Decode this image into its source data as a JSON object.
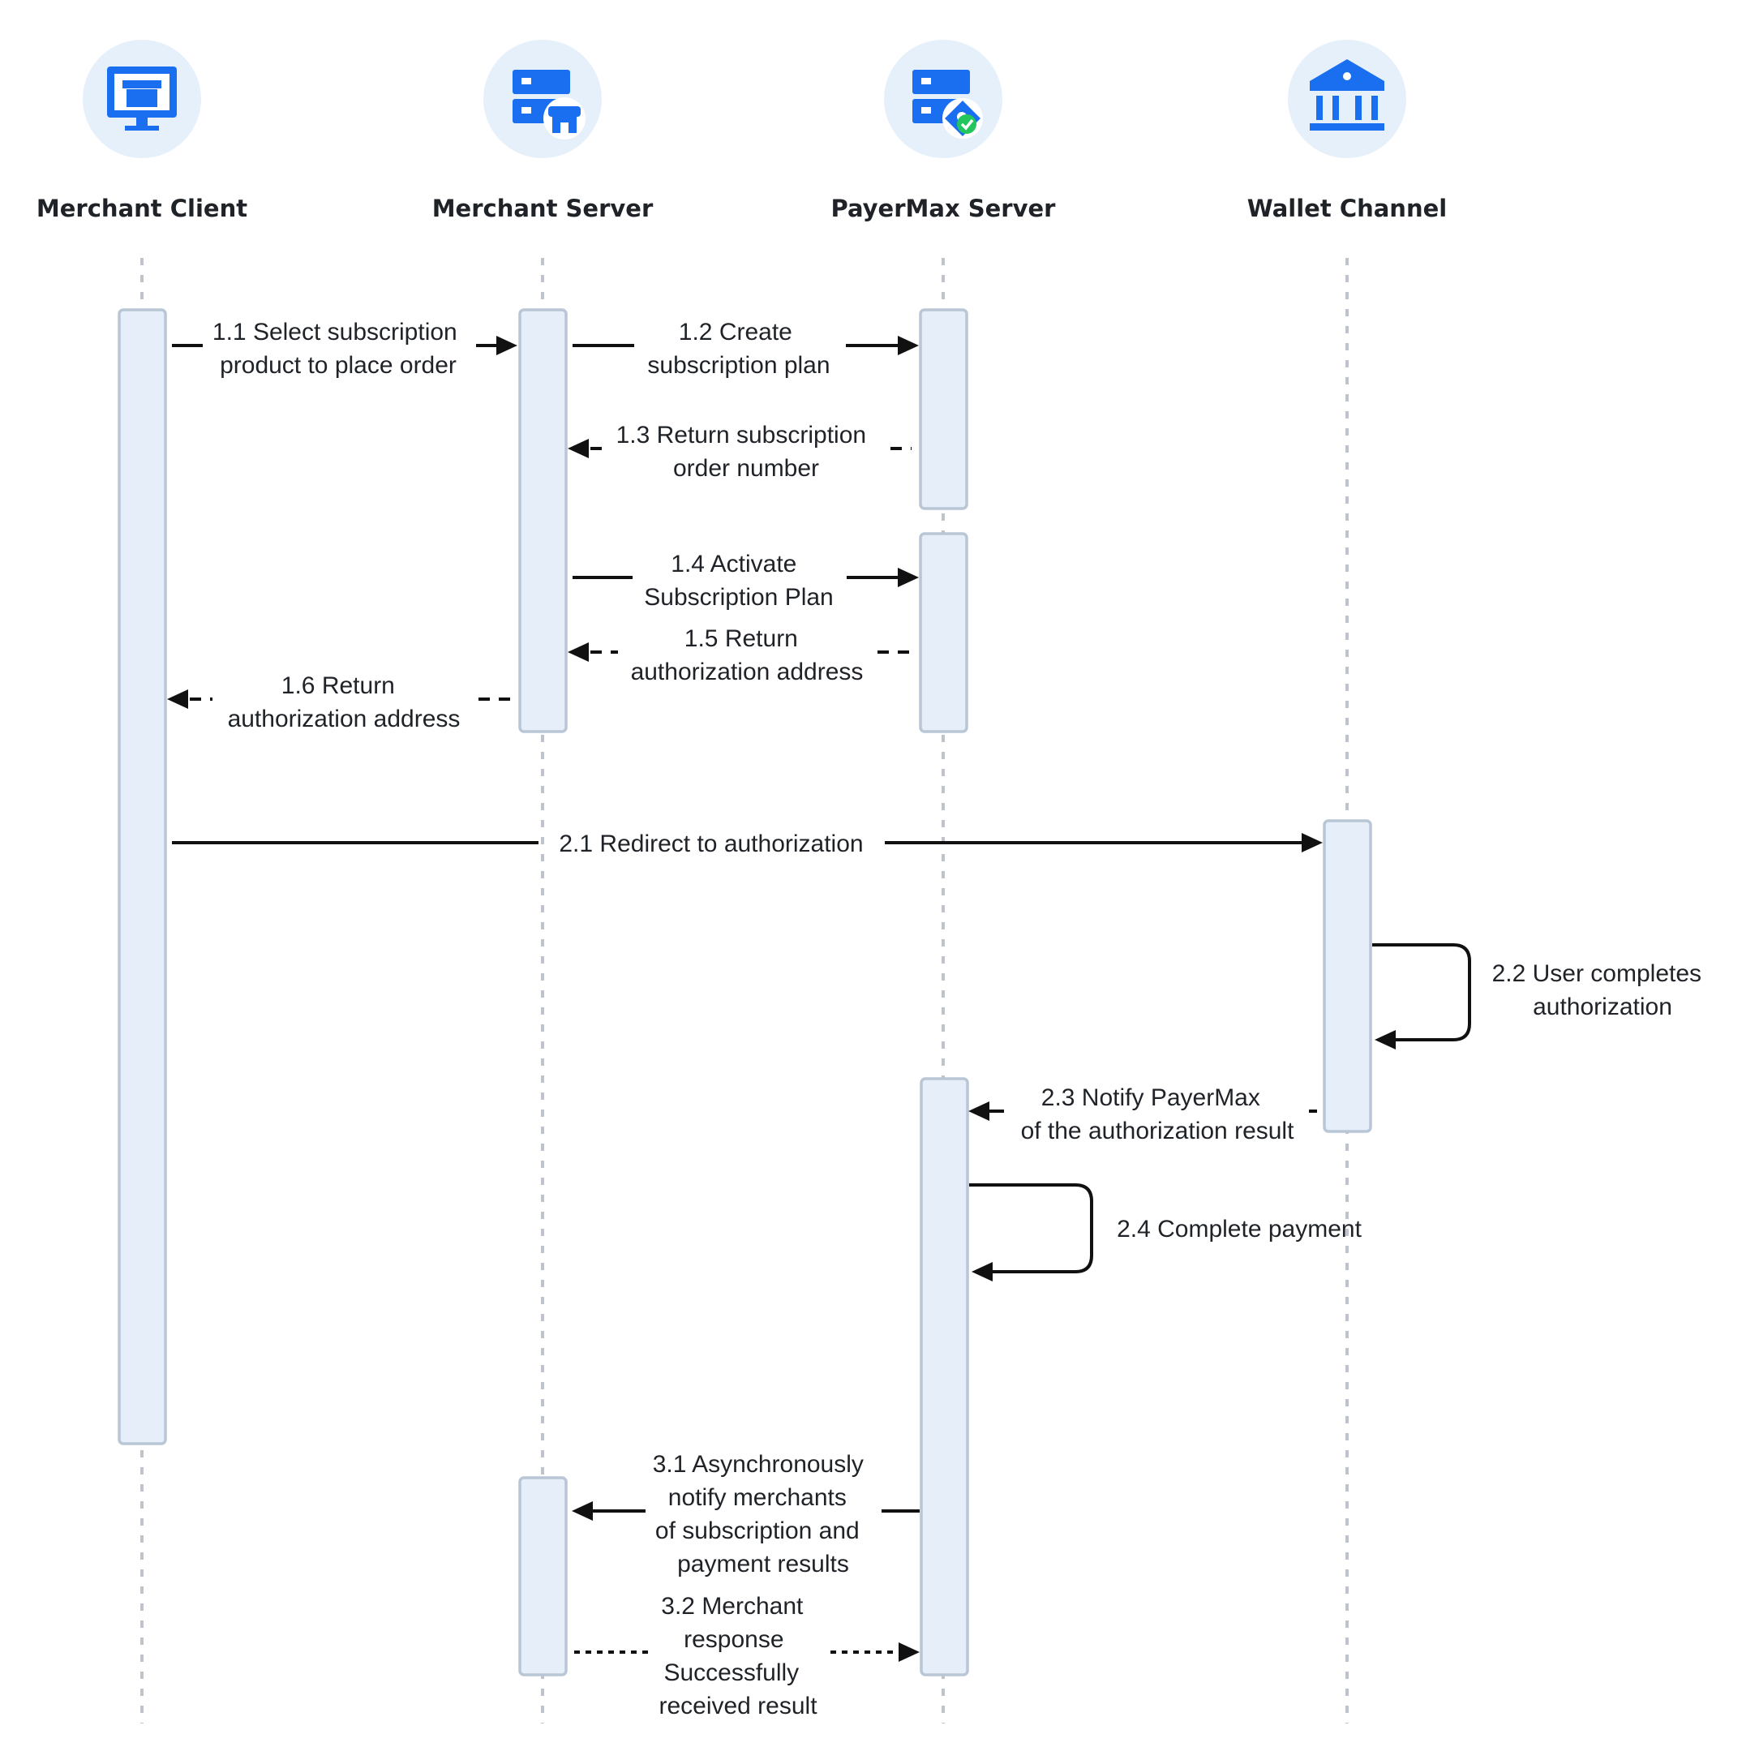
{
  "participants": [
    {
      "id": "client",
      "name": "Merchant Client",
      "icon": "monitor-store-icon"
    },
    {
      "id": "merchant",
      "name": "Merchant Server",
      "icon": "server-store-icon"
    },
    {
      "id": "payermax",
      "name": "PayerMax Server",
      "icon": "server-check-icon"
    },
    {
      "id": "wallet",
      "name": "Wallet Channel",
      "icon": "bank-icon"
    }
  ],
  "messages": [
    {
      "id": "1.1",
      "from": "client",
      "to": "merchant",
      "style": "solid",
      "lines": [
        "1.1 Select subscription",
        "product to place order"
      ]
    },
    {
      "id": "1.2",
      "from": "merchant",
      "to": "payermax",
      "style": "solid",
      "lines": [
        "1.2 Create",
        "subscription plan"
      ]
    },
    {
      "id": "1.3",
      "from": "payermax",
      "to": "merchant",
      "style": "dashed",
      "lines": [
        "1.3 Return subscription",
        "order number"
      ]
    },
    {
      "id": "1.4",
      "from": "merchant",
      "to": "payermax",
      "style": "solid",
      "lines": [
        "1.4 Activate",
        "Subscription Plan"
      ]
    },
    {
      "id": "1.5",
      "from": "payermax",
      "to": "merchant",
      "style": "dashed",
      "lines": [
        "1.5 Return",
        "authorization address"
      ]
    },
    {
      "id": "1.6",
      "from": "merchant",
      "to": "client",
      "style": "dashed",
      "lines": [
        "1.6 Return",
        "authorization address"
      ]
    },
    {
      "id": "2.1",
      "from": "client",
      "to": "wallet",
      "style": "solid",
      "lines": [
        "2.1 Redirect to authorization"
      ]
    },
    {
      "id": "2.2",
      "from": "wallet",
      "to": "wallet",
      "style": "solid",
      "lines": [
        "2.2 User completes",
        "authorization"
      ]
    },
    {
      "id": "2.3",
      "from": "wallet",
      "to": "payermax",
      "style": "dashed",
      "lines": [
        "2.3 Notify PayerMax",
        "of the authorization result"
      ]
    },
    {
      "id": "2.4",
      "from": "payermax",
      "to": "payermax",
      "style": "solid",
      "lines": [
        "2.4 Complete payment"
      ]
    },
    {
      "id": "3.1",
      "from": "payermax",
      "to": "merchant",
      "style": "solid",
      "lines": [
        "3.1 Asynchronously",
        "notify merchants",
        "of subscription and",
        "payment results"
      ]
    },
    {
      "id": "3.2",
      "from": "merchant",
      "to": "payermax",
      "style": "dotted",
      "lines": [
        "3.2 Merchant",
        "response",
        "Successfully",
        "received result"
      ]
    }
  ],
  "colors": {
    "icon_blue": "#1a6ff0",
    "icon_circle": "#e6f0fb",
    "activation_fill": "#e6eff9",
    "activation_stroke": "#b9c6d6",
    "lifeline": "#bfc4cc",
    "check_green": "#22c55e"
  }
}
